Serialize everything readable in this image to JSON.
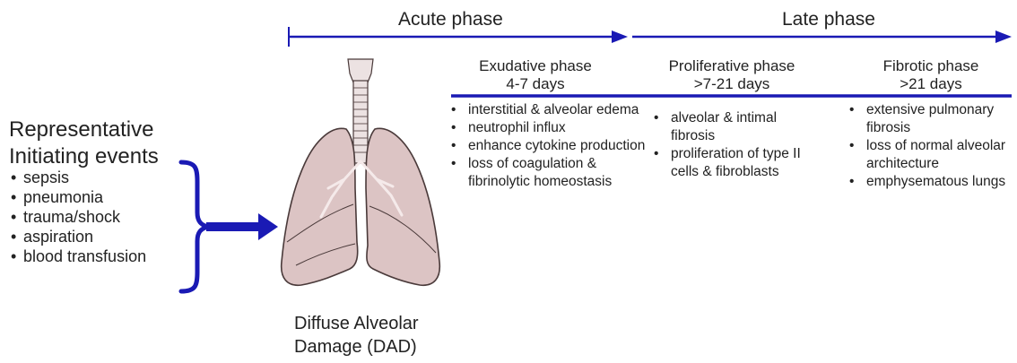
{
  "timeline": {
    "acute_label": "Acute phase",
    "late_label": "Late phase"
  },
  "initiating": {
    "title_line1": "Representative",
    "title_line2": "Initiating events",
    "events": [
      "sepsis",
      "pneumonia",
      "trauma/shock",
      "aspiration",
      "blood transfusion"
    ]
  },
  "dad": {
    "line1": "Diffuse Alveolar",
    "line2": "Damage (DAD)"
  },
  "phases": [
    {
      "title": "Exudative phase",
      "duration": "4-7 days",
      "items": [
        "interstitial & alveolar edema",
        "neutrophil influx",
        "enhance cytokine production",
        "loss of coagulation & fibrinolytic homeostasis"
      ]
    },
    {
      "title": "Proliferative phase",
      "duration": ">7-21 days",
      "items": [
        "alveolar & intimal fibrosis",
        "proliferation of type II cells & fibroblasts"
      ]
    },
    {
      "title": "Fibrotic phase",
      "duration": ">21 days",
      "items": [
        "extensive pulmonary fibrosis",
        "loss of normal alveolar architecture",
        "emphysematous lungs"
      ]
    }
  ],
  "colors": {
    "arrow_blue": "#1a1ab4",
    "lung_fill": "#dcc4c4",
    "lung_outline": "#4a3a3a"
  }
}
